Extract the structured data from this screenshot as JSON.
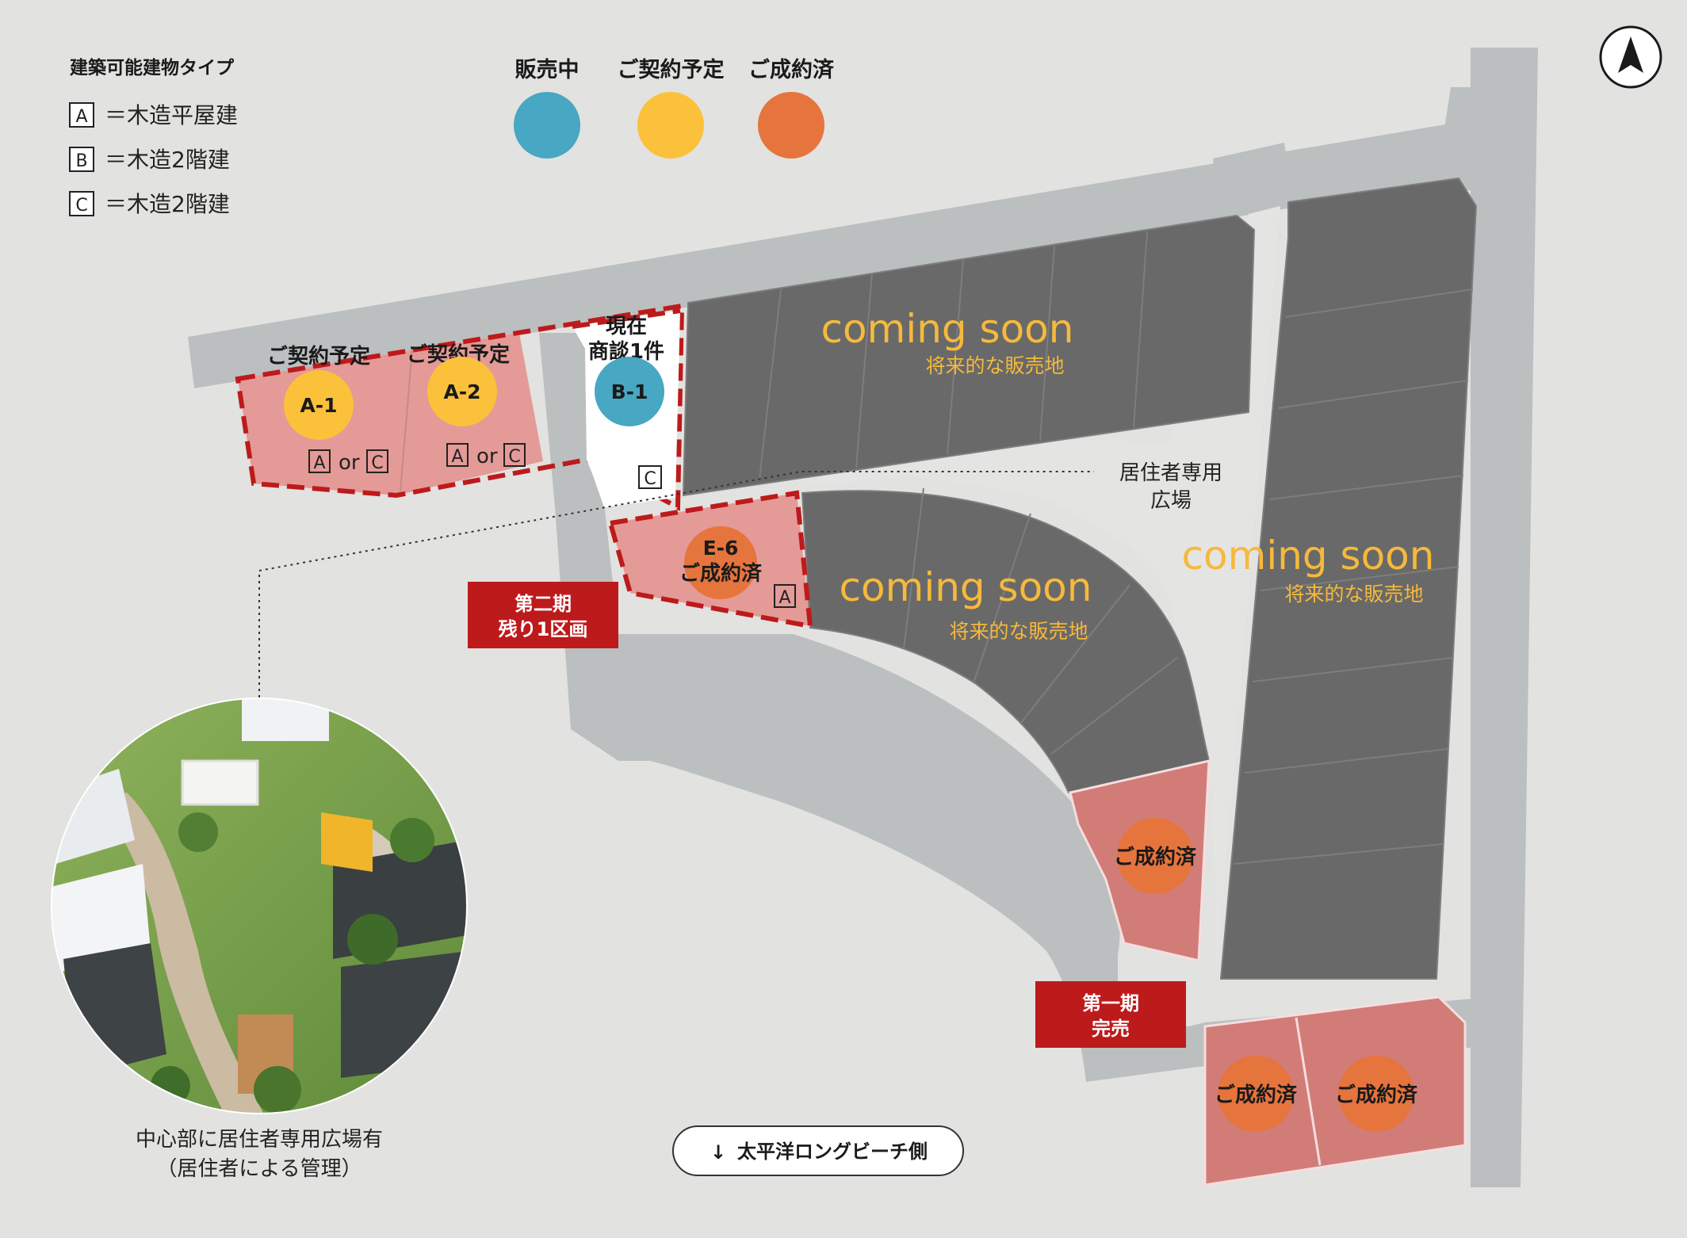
{
  "legend": {
    "title": "建築可能建物タイプ",
    "items": [
      {
        "key": "A",
        "label": "＝木造平屋建"
      },
      {
        "key": "B",
        "label": "＝木造2階建"
      },
      {
        "key": "C",
        "label": "＝木造2階建"
      }
    ]
  },
  "status_legend": [
    {
      "label": "販売中",
      "color": "#48a7c2"
    },
    {
      "label": "ご契約予定",
      "color": "#fbc13b"
    },
    {
      "label": "ご成約済",
      "color": "#e6743d"
    }
  ],
  "lots": {
    "a1": {
      "status": "ご契約予定",
      "id": "A-1",
      "type_a": "A",
      "or": "or",
      "type_b": "C"
    },
    "a2": {
      "status": "ご契約予定",
      "id": "A-2",
      "type_a": "A",
      "or": "or",
      "type_b": "C"
    },
    "b1": {
      "status_line1": "現在",
      "status_line2": "商談1件",
      "id": "B-1",
      "type": "C"
    },
    "e6": {
      "id": "E-6",
      "status": "ご成約済",
      "type": "A"
    },
    "phase1_right": {
      "status": "ご成約済"
    },
    "phase1_bottom_left": {
      "status": "ご成約済"
    },
    "phase1_bottom_right": {
      "status": "ご成約済"
    }
  },
  "coming_soon": [
    {
      "main": "coming soon",
      "sub": "将来的な販売地"
    },
    {
      "main": "coming soon",
      "sub": "将来的な販売地"
    },
    {
      "main": "coming soon",
      "sub": "将来的な販売地"
    }
  ],
  "plaza_label": {
    "line1": "居住者専用",
    "line2": "広場"
  },
  "phase2": {
    "line1": "第二期",
    "line2": "残り1区画"
  },
  "phase1": {
    "line1": "第一期",
    "line2": "完売"
  },
  "photo_caption": {
    "line1": "中心部に居住者専用広場有",
    "line2": "（居住者による管理）"
  },
  "beach_button": {
    "arrow": "↓",
    "label": "太平洋ロングビーチ側"
  },
  "compass": {
    "icon": "north-arrow-icon"
  },
  "colors": {
    "background": "#e2e2e0",
    "road": "#bcbfc0",
    "future_lot": "#696969",
    "reserved_lot": "#e49a97",
    "sold_lot": "#d27c78",
    "phase_label": "#bd1a1c",
    "coming_soon": "#f6b93b"
  }
}
